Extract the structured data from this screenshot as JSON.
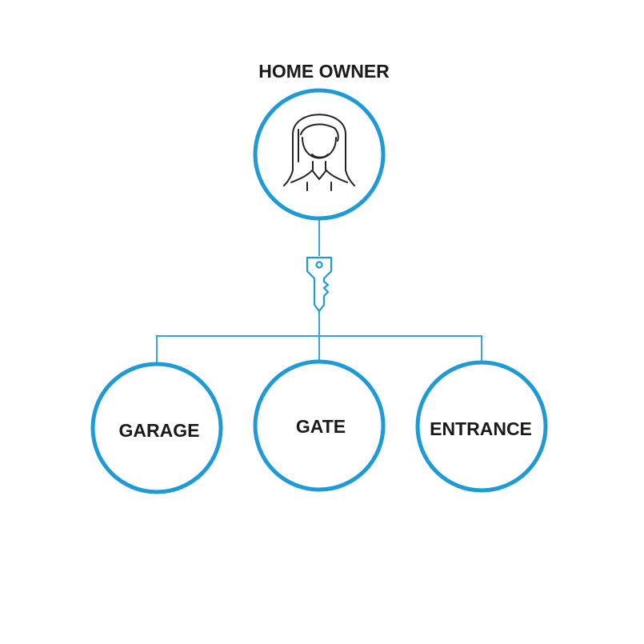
{
  "owner": {
    "title": "HOME OWNER",
    "icon": "woman-avatar-icon"
  },
  "key": {
    "icon": "key-icon"
  },
  "targets": [
    {
      "label": "GARAGE"
    },
    {
      "label": "GATE"
    },
    {
      "label": "ENTRANCE"
    }
  ],
  "colors": {
    "accent": "#1e9ad6",
    "text": "#1a1a1a"
  }
}
